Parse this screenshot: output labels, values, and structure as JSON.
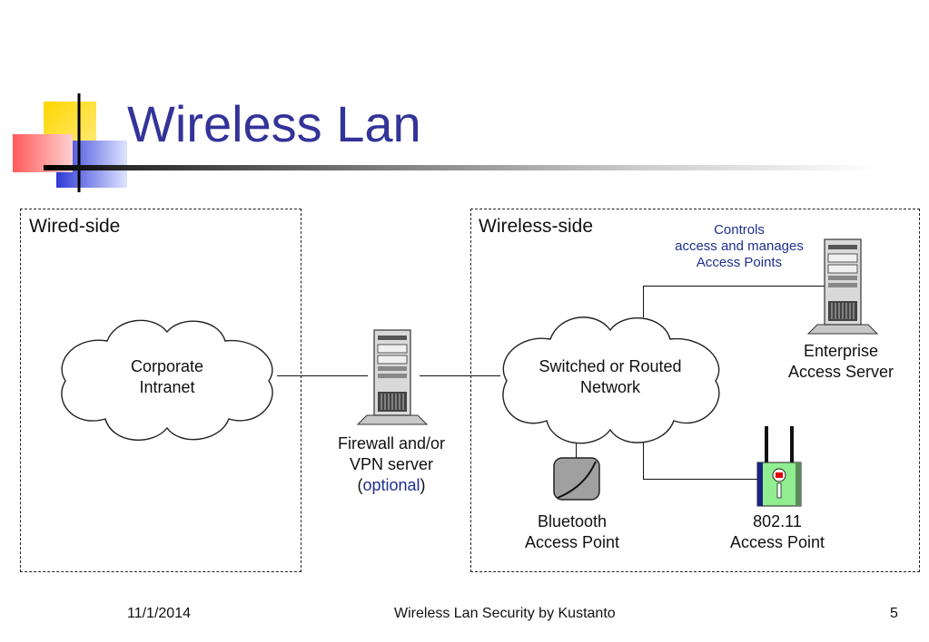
{
  "slide": {
    "title": "Wireless Lan",
    "footer": {
      "date": "11/1/2014",
      "center": "Wireless Lan Security by Kustanto",
      "page_number": "5"
    }
  },
  "diagram": {
    "panels": {
      "wired_label": "Wired-side",
      "wireless_label": "Wireless-side"
    },
    "nodes": {
      "corporate_intranet": {
        "line1": "Corporate",
        "line2": "Intranet",
        "icon": "cloud-icon"
      },
      "switched_network": {
        "line1": "Switched or Routed",
        "line2": "Network",
        "icon": "cloud-icon"
      },
      "firewall": {
        "line1": "Firewall and/or",
        "line2": "VPN server",
        "paren_open": "(",
        "optional": "optional",
        "paren_close": ")",
        "icon": "server-tower-icon"
      },
      "enterprise_server": {
        "line1": "Enterprise",
        "line2": "Access Server",
        "icon": "server-tower-icon"
      },
      "controls_note": {
        "line1": "Controls",
        "line2": "access and manages",
        "line3": "Access Points"
      },
      "bluetooth_ap": {
        "line1": "Bluetooth",
        "line2": "Access Point",
        "icon": "bluetooth-access-point-icon"
      },
      "wifi_ap": {
        "line1": "802.11",
        "line2": "Access Point",
        "icon": "wifi-access-point-icon"
      }
    },
    "colors": {
      "title": "#333399",
      "note_text": "#1f2f8f",
      "wifi_ap_body": "#90ee90",
      "wifi_ap_light": "#e00000"
    }
  }
}
